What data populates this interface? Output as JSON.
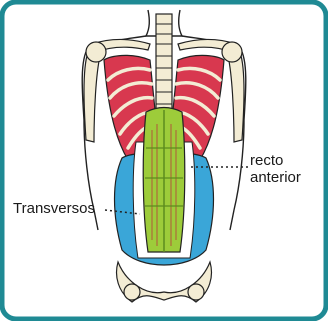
{
  "labels": {
    "recto_line1": "recto",
    "recto_line2": "anterior",
    "transversos": "Transversos"
  },
  "colors": {
    "frame": "#1f8a94",
    "rectus": "#9dcc3a",
    "transversus": "#3aa6d8",
    "pectoral": "#d8384f",
    "bone": "#f3ecd4",
    "outline": "#222222"
  }
}
